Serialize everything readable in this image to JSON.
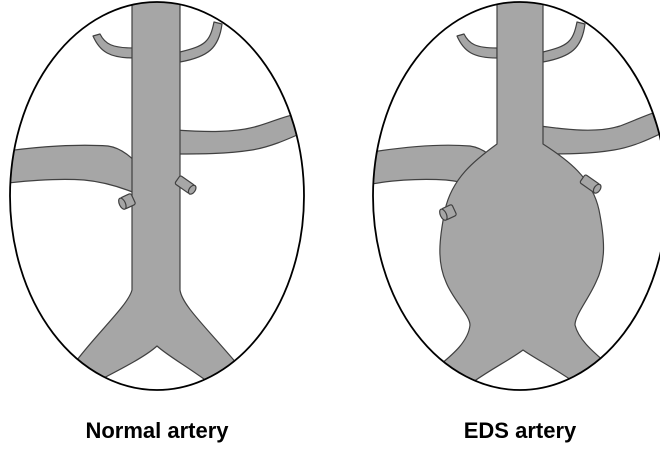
{
  "panels": [
    {
      "id": "normal",
      "label": "Normal artery"
    },
    {
      "id": "eds",
      "label": "EDS artery"
    }
  ],
  "colors": {
    "vessel_fill": "#a6a6a6",
    "vessel_outline": "#404040",
    "frame_stroke": "#000000",
    "background": "#ffffff"
  }
}
